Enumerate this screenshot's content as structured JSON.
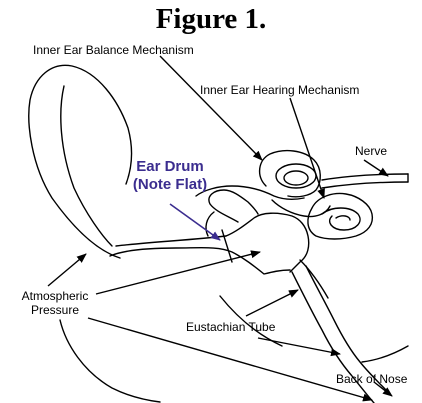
{
  "title": "Figure 1.",
  "labels": {
    "inner_ear_balance": "Inner Ear Balance Mechanism",
    "inner_ear_hearing": "Inner Ear Hearing Mechanism",
    "nerve": "Nerve",
    "ear_drum_line1": "Ear Drum",
    "ear_drum_line2": "(Note Flat)",
    "atmospheric_line1": "Atmospheric",
    "atmospheric_line2": "Pressure",
    "eustachian_tube": "Eustachian Tube",
    "back_of_nose": "Back of Nose"
  },
  "colors": {
    "line": "#000000",
    "highlight": "#3b2d8f"
  }
}
